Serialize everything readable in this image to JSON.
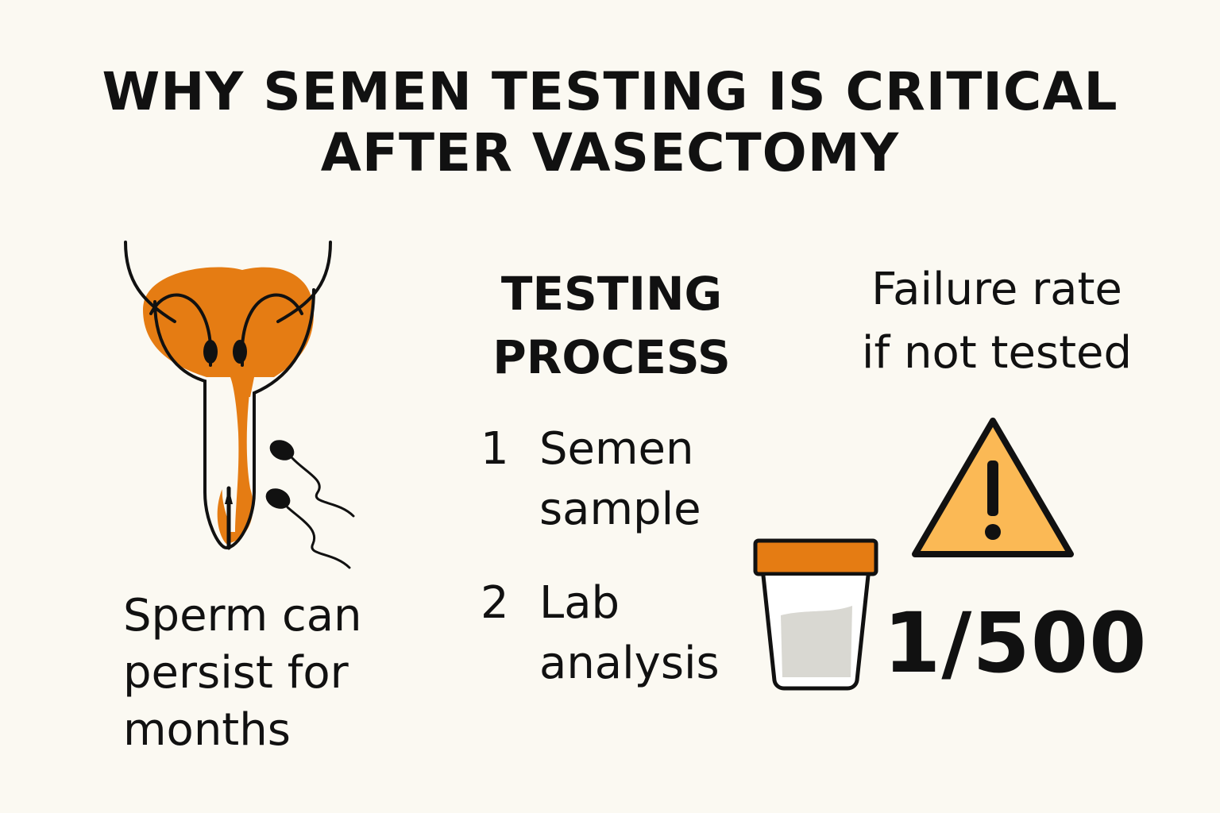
{
  "title": {
    "line1": "WHY SEMEN TESTING IS CRITICAL",
    "line2": "AFTER VASECTOMY"
  },
  "left_panel": {
    "caption_lines": [
      "Sperm can",
      "persist for",
      "months"
    ]
  },
  "process": {
    "heading_lines": [
      "TESTING",
      "PROCESS"
    ],
    "steps": [
      {
        "number": "1",
        "lines": [
          "Semen",
          "sample"
        ]
      },
      {
        "number": "2",
        "lines": [
          "Lab",
          "analysis"
        ]
      }
    ]
  },
  "failure": {
    "heading_lines": [
      "Failure rate",
      "if not tested"
    ],
    "rate": "1/500"
  },
  "icons": {
    "reproductive": "male-reproductive-anatomy-icon",
    "sperm": "sperm-icon",
    "warning": "warning-triangle-icon",
    "cup": "specimen-cup-icon"
  },
  "colors": {
    "background": "#fbf9f2",
    "accent_orange": "#e57c13",
    "warning_yellow": "#fbb955",
    "text": "#111111"
  }
}
